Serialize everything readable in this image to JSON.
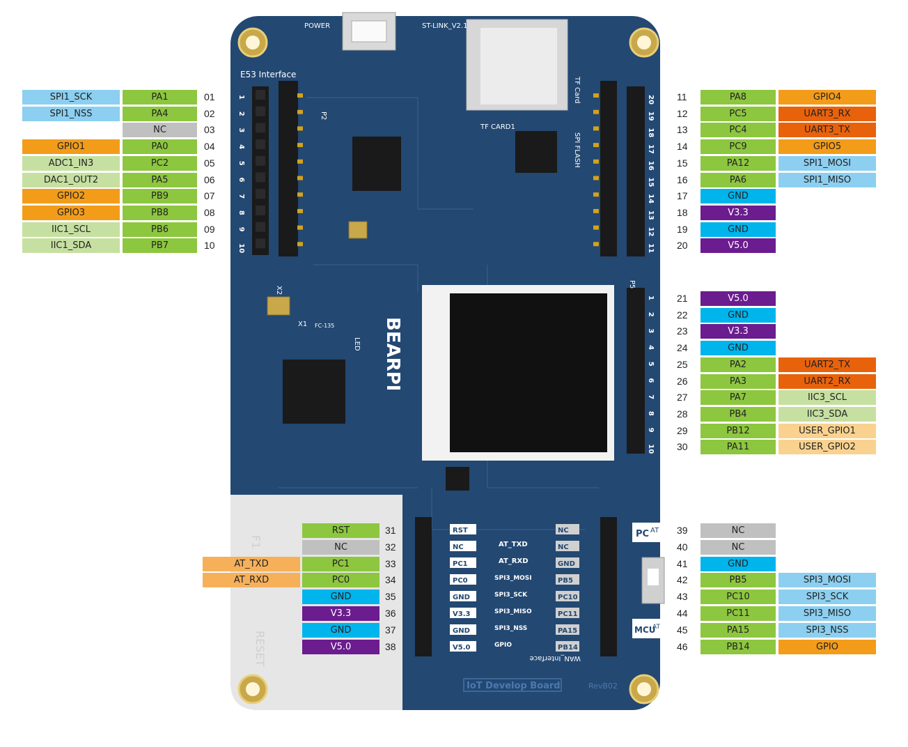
{
  "board": {
    "brand": "BEARPI",
    "title": "IoT Develop Board",
    "rev": "RevB02",
    "header_label": "E53 Interface",
    "power_label": "POWER",
    "stlink_label": "ST-LINK_V2.1",
    "spi_flash_label": "SPI FLASH",
    "tf_label": "TF Card",
    "tf_card_label": "TF CARD1",
    "wan_label": "WAN_Interface",
    "switch_pc": "AT\nPC",
    "switch_mcu": "AT\nMCU",
    "reset_label": "RESET",
    "led_label": "LED",
    "f1_label": "F1",
    "p2_label": "P2",
    "p5_label": "P5",
    "x1_label": "X1",
    "x2_label": "X2",
    "fc_label": "FC-135",
    "jumper_left": [
      "RST",
      "NC",
      "PC1",
      "PC0",
      "GND",
      "V3.3",
      "GND",
      "V5.0"
    ],
    "jumper_mid_notes": [
      "AT_TXD",
      "AT_RXD"
    ],
    "jumper_right": [
      "NC",
      "NC",
      "GND",
      "PB5",
      "PC10",
      "PC11",
      "PA15",
      "PB14"
    ],
    "jumper_right_notes": [
      "SPI3_MOSI",
      "SPI3_SCK",
      "SPI3_MISO",
      "SPI3_NSS",
      "GPIO"
    ]
  },
  "left_pins": [
    {
      "num": "01",
      "pin": "PA1",
      "func": "SPI1_SCK",
      "func_color": "sb"
    },
    {
      "num": "02",
      "pin": "PA4",
      "func": "SPI1_NSS",
      "func_color": "sb"
    },
    {
      "num": "03",
      "pin": "NC",
      "func": "",
      "func_color": ""
    },
    {
      "num": "04",
      "pin": "PA0",
      "func": "GPIO1",
      "func_color": "or"
    },
    {
      "num": "05",
      "pin": "PC2",
      "func": "ADC1_IN3",
      "func_color": "lg"
    },
    {
      "num": "06",
      "pin": "PA5",
      "func": "DAC1_OUT2",
      "func_color": "lg"
    },
    {
      "num": "07",
      "pin": "PB9",
      "func": "GPIO2",
      "func_color": "or"
    },
    {
      "num": "08",
      "pin": "PB8",
      "func": "GPIO3",
      "func_color": "or"
    },
    {
      "num": "09",
      "pin": "PB6",
      "func": "IIC1_SCL",
      "func_color": "lg"
    },
    {
      "num": "10",
      "pin": "PB7",
      "func": "IIC1_SDA",
      "func_color": "lg"
    }
  ],
  "right_pins_top": [
    {
      "num": "11",
      "pin": "PA8",
      "pin_color": "g",
      "func": "GPIO4",
      "func_color": "or"
    },
    {
      "num": "12",
      "pin": "PC5",
      "pin_color": "g",
      "func": "UART3_RX",
      "func_color": "ro"
    },
    {
      "num": "13",
      "pin": "PC4",
      "pin_color": "g",
      "func": "UART3_TX",
      "func_color": "ro"
    },
    {
      "num": "14",
      "pin": "PC9",
      "pin_color": "g",
      "func": "GPIO5",
      "func_color": "or"
    },
    {
      "num": "15",
      "pin": "PA12",
      "pin_color": "g",
      "func": "SPI1_MOSI",
      "func_color": "sb"
    },
    {
      "num": "16",
      "pin": "PA6",
      "pin_color": "g",
      "func": "SPI1_MISO",
      "func_color": "sb"
    },
    {
      "num": "17",
      "pin": "GND",
      "pin_color": "cy",
      "func": "",
      "func_color": ""
    },
    {
      "num": "18",
      "pin": "V3.3",
      "pin_color": "pu",
      "func": "",
      "func_color": ""
    },
    {
      "num": "19",
      "pin": "GND",
      "pin_color": "cy",
      "func": "",
      "func_color": ""
    },
    {
      "num": "20",
      "pin": "V5.0",
      "pin_color": "pu",
      "func": "",
      "func_color": ""
    }
  ],
  "right_pins_mid": [
    {
      "num": "21",
      "pin": "V5.0",
      "pin_color": "pu",
      "func": "",
      "func_color": ""
    },
    {
      "num": "22",
      "pin": "GND",
      "pin_color": "cy",
      "func": "",
      "func_color": ""
    },
    {
      "num": "23",
      "pin": "V3.3",
      "pin_color": "pu",
      "func": "",
      "func_color": ""
    },
    {
      "num": "24",
      "pin": "GND",
      "pin_color": "cy",
      "func": "",
      "func_color": ""
    },
    {
      "num": "25",
      "pin": "PA2",
      "pin_color": "g",
      "func": "UART2_TX",
      "func_color": "ro"
    },
    {
      "num": "26",
      "pin": "PA3",
      "pin_color": "g",
      "func": "UART2_RX",
      "func_color": "ro"
    },
    {
      "num": "27",
      "pin": "PA7",
      "pin_color": "g",
      "func": "IIC3_SCL",
      "func_color": "lg"
    },
    {
      "num": "28",
      "pin": "PB4",
      "pin_color": "g",
      "func": "IIC3_SDA",
      "func_color": "lg"
    },
    {
      "num": "29",
      "pin": "PB12",
      "pin_color": "g",
      "func": "USER_GPIO1",
      "func_color": "peach"
    },
    {
      "num": "30",
      "pin": "PA11",
      "pin_color": "g",
      "func": "USER_GPIO2",
      "func_color": "peach"
    }
  ],
  "bottom_left_pins": [
    {
      "num": "31",
      "pin": "RST",
      "pin_color": "g",
      "func": "",
      "func_color": ""
    },
    {
      "num": "32",
      "pin": "NC",
      "pin_color": "gr",
      "func": "",
      "func_color": ""
    },
    {
      "num": "33",
      "pin": "PC1",
      "pin_color": "g",
      "func": "AT_TXD",
      "func_color": "lo"
    },
    {
      "num": "34",
      "pin": "PC0",
      "pin_color": "g",
      "func": "AT_RXD",
      "func_color": "lo"
    },
    {
      "num": "35",
      "pin": "GND",
      "pin_color": "cy",
      "func": "",
      "func_color": ""
    },
    {
      "num": "36",
      "pin": "V3.3",
      "pin_color": "pu",
      "func": "",
      "func_color": ""
    },
    {
      "num": "37",
      "pin": "GND",
      "pin_color": "cy",
      "func": "",
      "func_color": ""
    },
    {
      "num": "38",
      "pin": "V5.0",
      "pin_color": "pu",
      "func": "",
      "func_color": ""
    }
  ],
  "bottom_right_pins": [
    {
      "num": "39",
      "pin": "NC",
      "pin_color": "gr",
      "func": "",
      "func_color": ""
    },
    {
      "num": "40",
      "pin": "NC",
      "pin_color": "gr",
      "func": "",
      "func_color": ""
    },
    {
      "num": "41",
      "pin": "GND",
      "pin_color": "cy",
      "func": "",
      "func_color": ""
    },
    {
      "num": "42",
      "pin": "PB5",
      "pin_color": "g",
      "func": "SPI3_MOSI",
      "func_color": "sb"
    },
    {
      "num": "43",
      "pin": "PC10",
      "pin_color": "g",
      "func": "SPI3_SCK",
      "func_color": "sb"
    },
    {
      "num": "44",
      "pin": "PC11",
      "pin_color": "g",
      "func": "SPI3_MISO",
      "func_color": "sb"
    },
    {
      "num": "45",
      "pin": "PA15",
      "pin_color": "g",
      "func": "SPI3_NSS",
      "func_color": "sb"
    },
    {
      "num": "46",
      "pin": "PB14",
      "pin_color": "g",
      "func": "GPIO",
      "func_color": "or"
    }
  ]
}
